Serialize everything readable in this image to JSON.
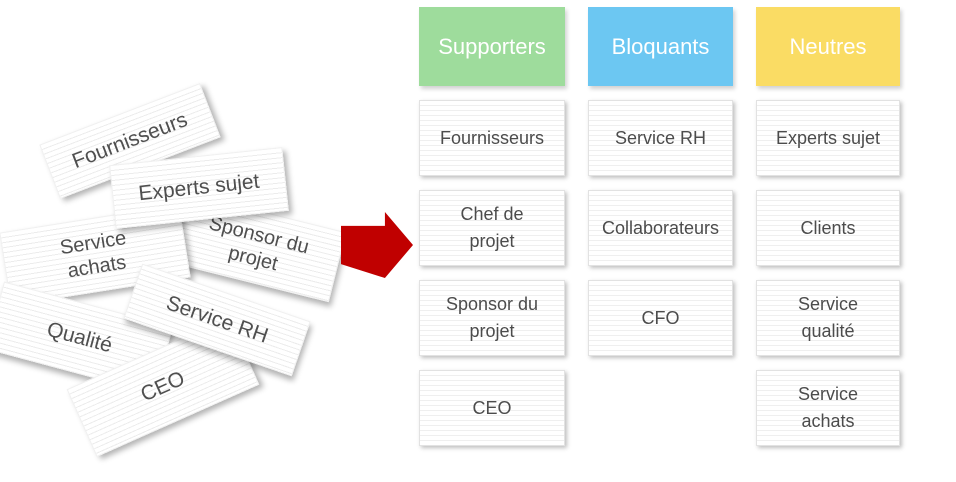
{
  "pile": {
    "cards": [
      {
        "label": "Fournisseurs"
      },
      {
        "label": "Sponsor du\nprojet"
      },
      {
        "label": "Service\nachats"
      },
      {
        "label": "Experts sujet"
      },
      {
        "label": "Qualité"
      },
      {
        "label": "CEO"
      },
      {
        "label": "Service RH"
      }
    ]
  },
  "arrow": {
    "color": "#C00000"
  },
  "board": {
    "columns": [
      {
        "header": "Supporters",
        "color": "#9EDC9C",
        "items": [
          "Fournisseurs",
          "Chef de\nprojet",
          "Sponsor du\nprojet",
          "CEO"
        ]
      },
      {
        "header": "Bloquants",
        "color": "#6CC7F2",
        "items": [
          "Service RH",
          "Collaborateurs",
          "CFO"
        ]
      },
      {
        "header": "Neutres",
        "color": "#FADC64",
        "items": [
          "Experts sujet",
          "Clients",
          "Service\nqualité",
          "Service\nachats"
        ]
      }
    ]
  }
}
